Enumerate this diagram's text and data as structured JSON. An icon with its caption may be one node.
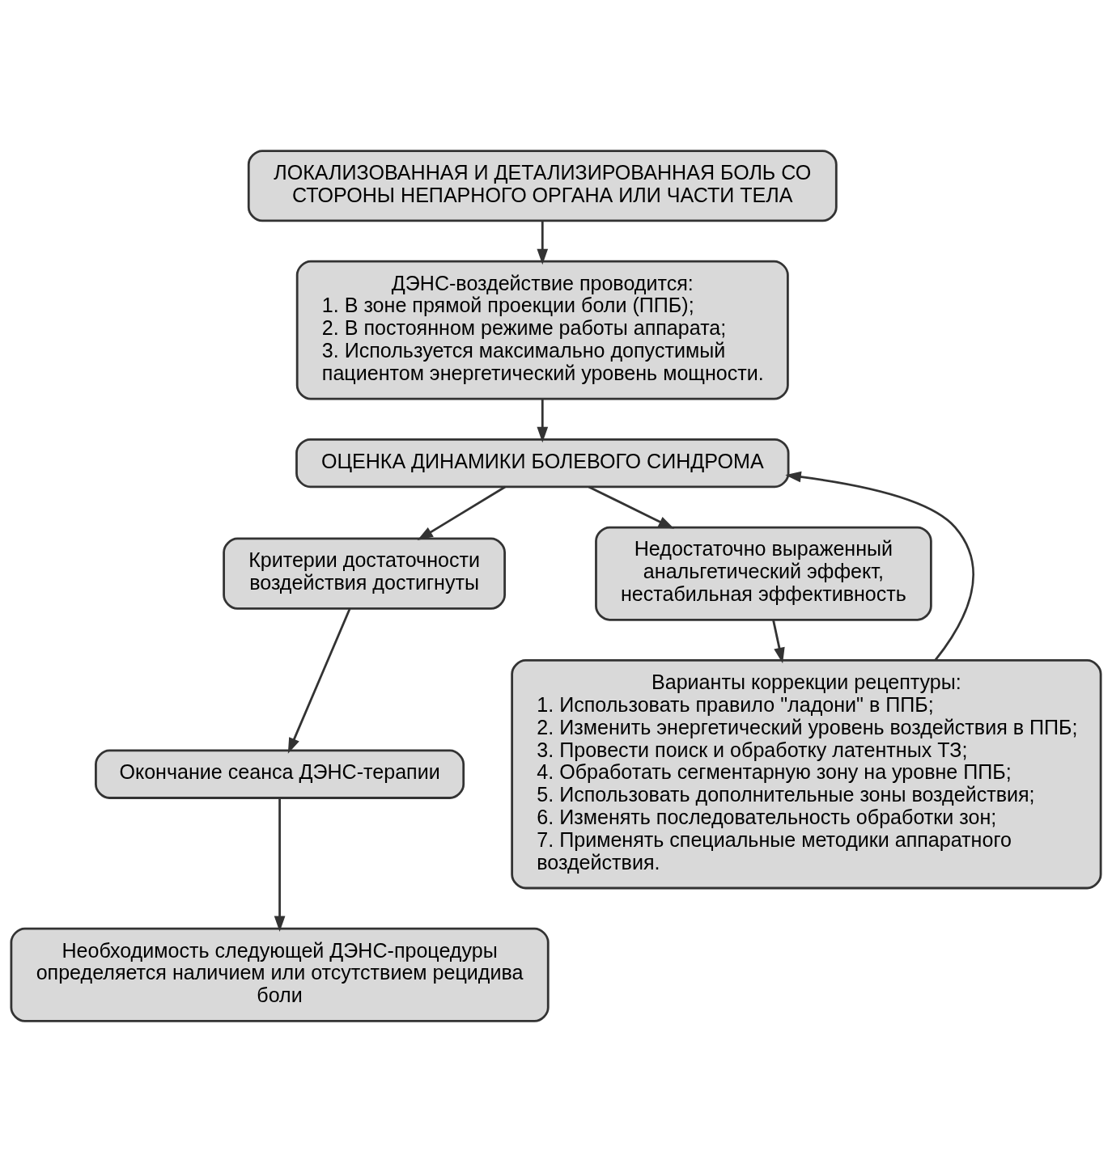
{
  "diagram": {
    "nodes": [
      {
        "text": [
          "ЛОКАЛИЗОВАННАЯ И ДЕТАЛИЗИРОВАННАЯ БОЛЬ СО СТОРОНЫ НЕПАРНОГО ОРГАНА ИЛИ ЧАСТИ ТЕЛА"
        ]
      },
      {
        "text": [
          "ДЭНС-воздействие проводится:",
          "1. В зоне прямой проекции боли (ППБ);",
          "2. В постоянном режиме работы аппарата;",
          "3. Используется максимально допустимый пациентом энергетический уровень мощности."
        ]
      },
      {
        "text": [
          "ОЦЕНКА ДИНАМИКИ БОЛЕВОГО СИНДРОМА"
        ]
      },
      {
        "text": [
          "Критерии достаточности воздействия достигнуты"
        ]
      },
      {
        "text": [
          "Недостаточно выраженный анальгетический эффект, нестабильная эффективность"
        ]
      },
      {
        "text": [
          "Варианты коррекции рецептуры:",
          "1. Использовать правило \"ладони\" в ППБ;",
          "2. Изменить энергетический уровень воздействия в ППБ;",
          "3. Провести поиск и обработку латентных ТЗ;",
          "4. Обработать сегментарную зону на уровне ППБ;",
          "5. Использовать дополнительные зоны воздействия;",
          "6. Изменять последовательность обработки зон;",
          "7. Применять специальные методики аппаратного воздействия."
        ]
      },
      {
        "text": [
          "Окончание сеанса ДЭНС-терапии"
        ]
      },
      {
        "text": [
          "Необходимость следующей ДЭНС-процедуры определяется наличием или отсутствием рецидива боли"
        ]
      }
    ],
    "edges": [
      {
        "from": 0,
        "to": 1,
        "arrow": "to"
      },
      {
        "from": 1,
        "to": 2,
        "arrow": "to"
      },
      {
        "from": 2,
        "to": 3,
        "arrow": "to"
      },
      {
        "from": 2,
        "to": 4,
        "arrow": "to"
      },
      {
        "from": 4,
        "to": 5,
        "arrow": "to"
      },
      {
        "from": 5,
        "to": 2,
        "arrow": "to"
      },
      {
        "from": 3,
        "to": 6,
        "arrow": "to"
      },
      {
        "from": 6,
        "to": 7,
        "arrow": "to"
      }
    ]
  }
}
